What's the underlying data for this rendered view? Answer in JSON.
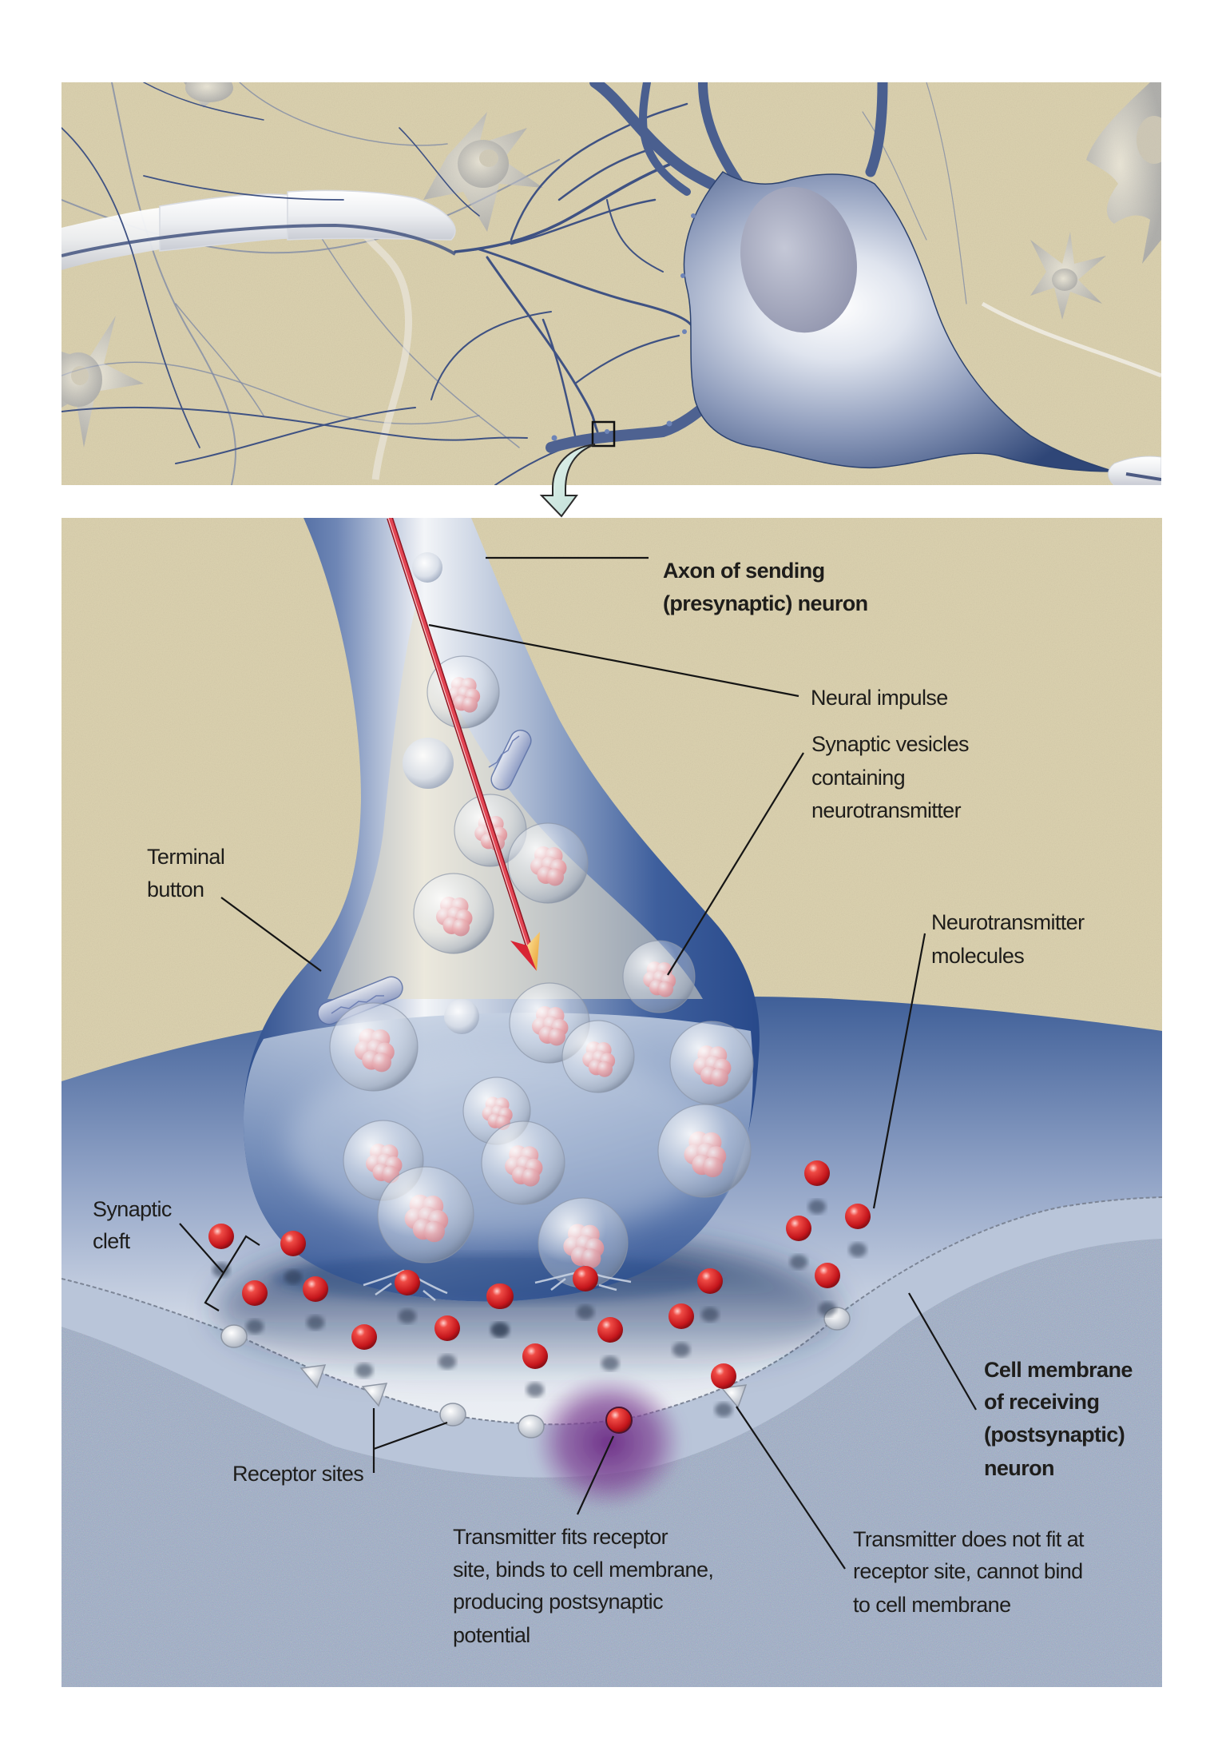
{
  "figure": {
    "title": "Synaptic transmission",
    "panels": [
      {
        "id": "overview",
        "description": "Neurons with dendrites and axons; a highlighted region on an axon terminal branch is enlarged below"
      },
      {
        "id": "detail",
        "description": "Enlarged synapse: axon terminal releasing neurotransmitter across the synaptic cleft"
      }
    ],
    "colors": {
      "background_tan": "#dcd2b0",
      "neuron_blue": "#3c5a92",
      "neurotransmitter_red": "#d8262c",
      "binding_glow_purple": "#7a3d8f",
      "postsynaptic_gray_blue": "#a7b4c8",
      "zoom_arrow_fill": "#d3ebe4"
    }
  },
  "labels": {
    "axon": {
      "lines": [
        "Axon of sending",
        "(presynaptic) neuron"
      ],
      "bold": true
    },
    "neural_impulse": {
      "lines": [
        "Neural impulse"
      ],
      "bold": false
    },
    "synaptic_vesicles": {
      "lines": [
        "Synaptic vesicles",
        "containing",
        "neurotransmitter"
      ],
      "bold": false
    },
    "terminal_button": {
      "lines": [
        "Terminal",
        "button"
      ],
      "bold": false
    },
    "neurotransmitter_molecules": {
      "lines": [
        "Neurotransmitter",
        "molecules"
      ],
      "bold": false
    },
    "synaptic_cleft": {
      "lines": [
        "Synaptic",
        "cleft"
      ],
      "bold": false
    },
    "cell_membrane": {
      "lines": [
        "Cell membrane",
        "of receiving",
        "(postsynaptic)",
        "neuron"
      ],
      "bold": true
    },
    "receptor_sites": {
      "lines": [
        "Receptor sites"
      ],
      "bold": false
    },
    "transmitter_fits": {
      "lines": [
        "Transmitter fits receptor",
        "site, binds to cell membrane,",
        "producing postsynaptic",
        "potential"
      ],
      "bold": false
    },
    "transmitter_not_fit": {
      "lines": [
        "Transmitter does not fit at",
        "receptor site, cannot bind",
        "to cell membrane"
      ],
      "bold": false
    }
  },
  "icons": {
    "zoom_region": "magnify-box-icon",
    "zoom_arrow": "curved-down-arrow-icon",
    "impulse_arrow": "red-arrow-icon"
  }
}
